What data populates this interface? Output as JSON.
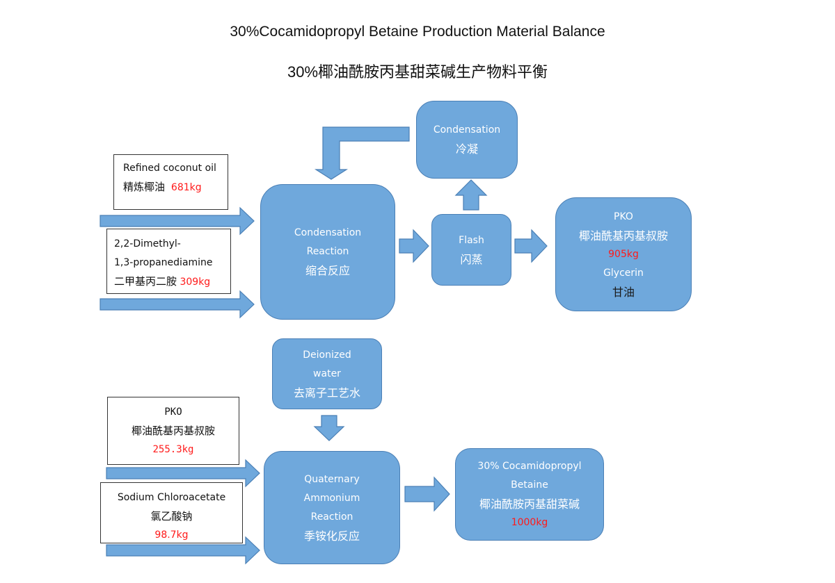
{
  "title_en": "30%Cocamidopropyl Betaine Production Material Balance",
  "title_zh": "30%椰油酰胺丙基甜菜碱生产物料平衡",
  "condensation": {
    "en": "Condensation",
    "zh": "冷凝"
  },
  "condensation_reaction": {
    "line1": "Condensation",
    "line2": "Reaction",
    "zh": "缩合反应"
  },
  "flash": {
    "en": "Flash",
    "zh": "闪蒸"
  },
  "pko_output": {
    "en": "PKO",
    "zh": "椰油酰基丙基叔胺",
    "amount": "905kg",
    "byproduct_en": "Glycerin",
    "byproduct_zh": "甘油"
  },
  "coconut_oil": {
    "en": "Refined coconut oil",
    "zh": "精炼椰油",
    "amount": "681kg"
  },
  "dimethyl": {
    "line1": "2,2-Dimethyl-",
    "line2": "1,3-propanediamine",
    "zh": "二甲基丙二胺",
    "amount": "309kg"
  },
  "deionized_water": {
    "line1": "Deionized",
    "line2": "water",
    "zh": "去离子工艺水"
  },
  "pko_input": {
    "en": "PKO",
    "zh": "椰油酰基丙基叔胺",
    "amount": "255.3kg"
  },
  "sodium_chloroacetate": {
    "en": "Sodium Chloroacetate",
    "zh": "氯乙酸钠",
    "amount": "98.7kg"
  },
  "quaternary": {
    "line1": "Quaternary",
    "line2": "Ammonium",
    "line3": "Reaction",
    "zh": "季铵化反应"
  },
  "product": {
    "line1": "30% Cocamidopropyl",
    "line2": "Betaine",
    "zh": "椰油酰胺丙基甜菜碱",
    "amount": "1000kg"
  },
  "colors": {
    "process_fill": "#6fa8dc",
    "process_border": "#4a7fb5",
    "amount_red": "#ff1a1a"
  }
}
